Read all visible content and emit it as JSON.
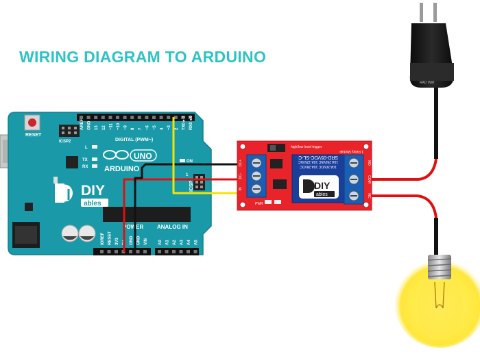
{
  "title": "WIRING DIAGRAM TO ARDUINO",
  "arduino": {
    "reset_label": "RESET",
    "icsp2_label": "ICSP2",
    "digital_label": "DIGITAL (PWM~)",
    "digital_pins": [
      "AREF",
      "GND",
      "13",
      "12",
      "~11",
      "~10",
      "~9",
      "8",
      "7",
      "~6",
      "~5",
      "4",
      "~3",
      "2",
      "TX0 ▸ 1",
      "RX0 ◂ 0"
    ],
    "led_l": "L",
    "led_tx": "TX",
    "led_rx": "RX",
    "name": "ARDUINO",
    "model": "UNO",
    "on_label": "ON",
    "icsp_label": "ICSP",
    "icsp_pin1": "1",
    "brand": "DIY",
    "brand_sub": "ables",
    "power_label": "POWER",
    "analog_label": "ANALOG IN",
    "power_pins": [
      "IOREF",
      "RESET",
      "3V3",
      "5V",
      "GND",
      "GND",
      "VIN"
    ],
    "analog_pins": [
      "A0",
      "A1",
      "A2",
      "A3",
      "A4",
      "A5"
    ]
  },
  "relay": {
    "header": "high/low level trigger",
    "header2": "1 Relay Module",
    "input_pins": [
      "DC+",
      "DC-",
      "IN"
    ],
    "coil_lines": [
      "SRD-05VDC-SL-C",
      "10A 250VAC  10A 125VAC",
      "10A 30VDC  10A 28VDC"
    ],
    "brand": "DIY",
    "brand_sub": "ables",
    "output_pins": [
      "NO",
      "COM",
      "NC"
    ],
    "pwr_label": "PWR"
  },
  "adapter": {
    "label": "RAD WW"
  },
  "colors": {
    "title": "#2fc2c4",
    "board": "#1a9aa8",
    "relay_board": "#e8232a",
    "terminal": "#1a5fb4",
    "wire_5v": "#e01010",
    "wire_gnd": "#111111",
    "wire_signal": "#f5e400",
    "bulb": "#ffe94a"
  }
}
